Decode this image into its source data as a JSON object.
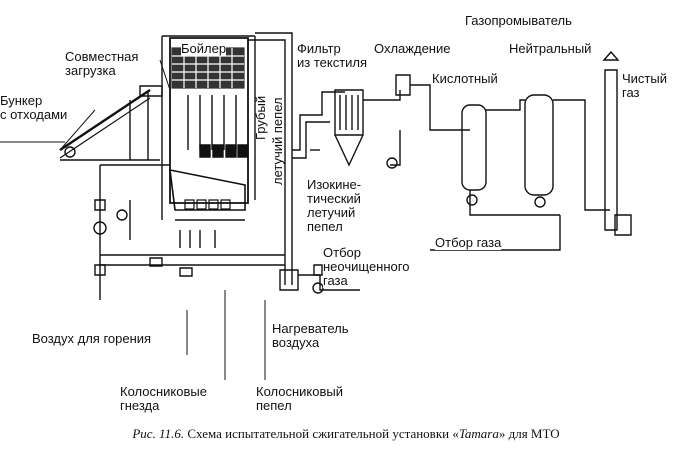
{
  "labels": {
    "gas_scrubber": "Газопромыватель",
    "filter": "Фильтр\nиз текстиля",
    "cooling": "Охлаждение",
    "neutral": "Нейтральный",
    "acidic": "Кислотный",
    "clean_gas": "Чистый\nгаз",
    "boiler": "Бойлер",
    "joint_loading": "Совместная\nзагрузка",
    "bunker": "Бункер\nс отходами",
    "coarse_ash": "Грубый",
    "fly_ash": "летучий пепел",
    "isokinetic": "Изокине-\nтический\nлетучий\nпепел",
    "raw_gas_sampling": "Отбор\nнеочищенного\nгаза",
    "gas_sampling": "Отбор газа",
    "combustion_air": "Воздух для горения",
    "air_heater": "Нагреватель\nвоздуха",
    "grate_nests": "Колосниковые\nгнезда",
    "grate_ash": "Колосниковый\nпепел"
  },
  "caption": {
    "prefix": "Рис. 11.6.",
    "text_before": " Схема испытательной сжигательной установки «",
    "name": "Tamara",
    "text_after": "» для МТО"
  }
}
